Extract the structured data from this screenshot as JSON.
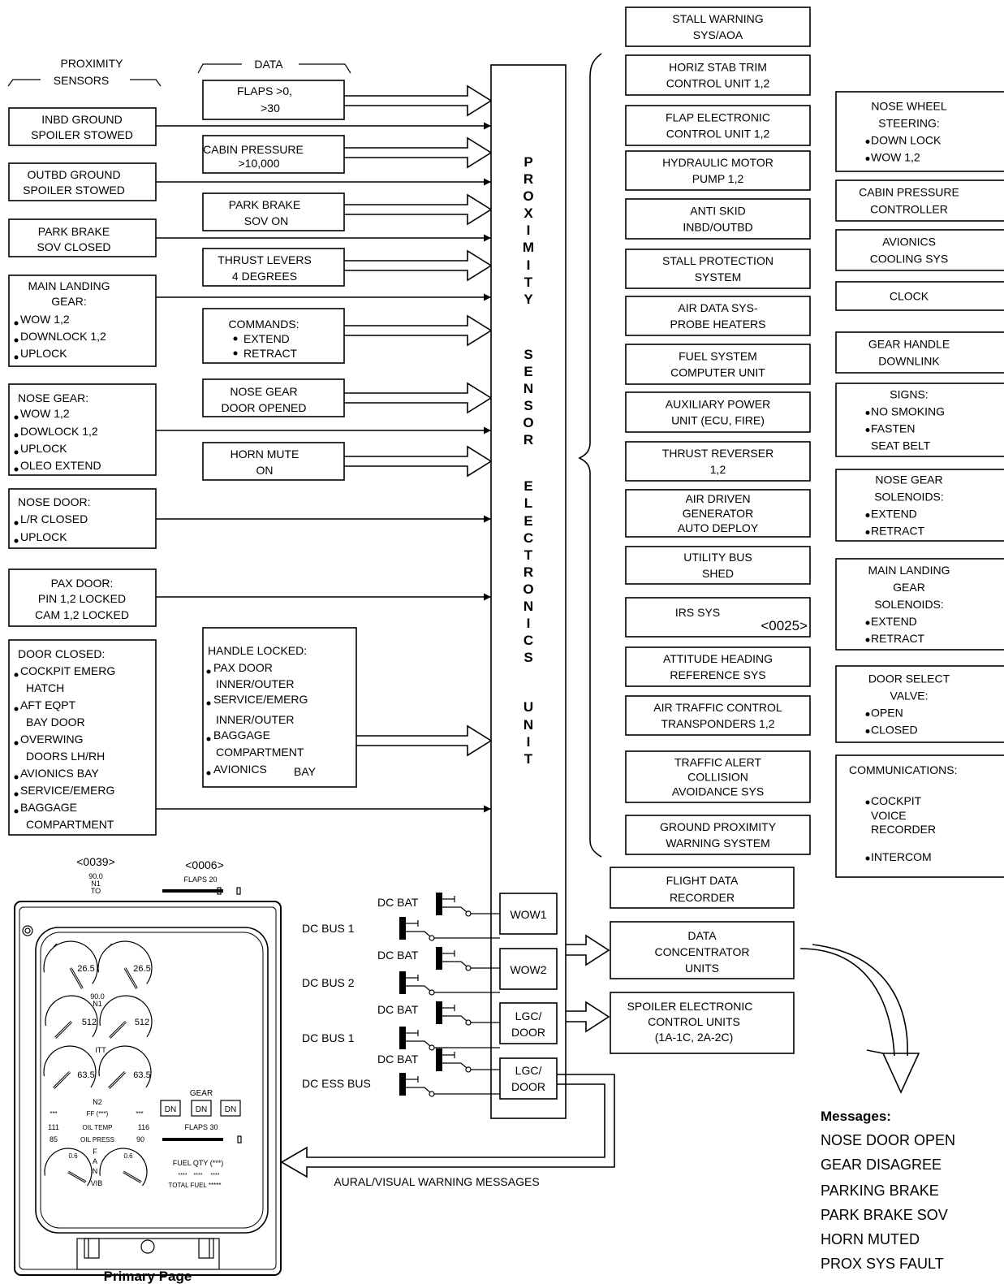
{
  "diagram": {
    "proximity_sensors_header": [
      "PROXIMITY",
      "SENSORS"
    ],
    "data_header": "DATA",
    "sensors": [
      {
        "lines": [
          "INBD GROUND",
          "SPOILER STOWED"
        ]
      },
      {
        "lines": [
          "OUTBD GROUND",
          "SPOILER STOWED"
        ]
      },
      {
        "lines": [
          "PARK BRAKE",
          "SOV CLOSED"
        ]
      },
      {
        "lines": [
          "MAIN LANDING",
          "GEAR:",
          "WOW 1,2",
          "DOWNLOCK 1,2",
          "UPLOCK"
        ]
      },
      {
        "lines": [
          "NOSE GEAR:",
          "WOW 1,2",
          "DOWLOCK 1,2",
          "UPLOCK",
          "OLEO EXTEND"
        ]
      },
      {
        "lines": [
          "NOSE DOOR:",
          "L/R CLOSED",
          "UPLOCK"
        ]
      },
      {
        "lines": [
          "PAX DOOR:",
          "PIN 1,2 LOCKED",
          "CAM 1,2 LOCKED"
        ]
      },
      {
        "lines": [
          "DOOR CLOSED:",
          "COCKPIT EMERG",
          "HATCH",
          "AFT EQPT",
          "BAY DOOR",
          "OVERWING",
          "DOORS LH/RH",
          "AVIONICS BAY",
          "SERVICE/EMERG",
          "BAGGAGE",
          "COMPARTMENT"
        ]
      }
    ],
    "data_inputs": [
      {
        "lines": [
          "FLAPS >0,",
          ">30"
        ]
      },
      {
        "lines": [
          "CABIN PRESSURE",
          ">10,000"
        ]
      },
      {
        "lines": [
          "PARK BRAKE",
          "SOV ON"
        ]
      },
      {
        "lines": [
          "THRUST LEVERS",
          "4 DEGREES"
        ]
      },
      {
        "lines": [
          "COMMANDS:",
          "EXTEND",
          "RETRACT"
        ]
      },
      {
        "lines": [
          "NOSE GEAR",
          "DOOR OPENED"
        ]
      },
      {
        "lines": [
          "HORN MUTE",
          "ON"
        ]
      },
      {
        "lines": [
          "HANDLE LOCKED:",
          "PAX DOOR",
          "INNER/OUTER",
          "SERVICE/EMERG",
          "INNER/OUTER",
          "BAGGAGE",
          "COMPARTMENT",
          "AVIONICS",
          "BAY"
        ]
      }
    ],
    "psu_letters": [
      "P",
      "R",
      "O",
      "X",
      "I",
      "M",
      "I",
      "T",
      "Y",
      "S",
      "E",
      "N",
      "S",
      "O",
      "R",
      "E",
      "L",
      "E",
      "C",
      "T",
      "R",
      "O",
      "N",
      "I",
      "C",
      "S",
      "U",
      "N",
      "I",
      "T"
    ],
    "systems_mid": [
      {
        "lines": [
          "STALL WARNING",
          "SYS/AOA"
        ]
      },
      {
        "lines": [
          "HORIZ STAB TRIM",
          "CONTROL UNIT 1,2"
        ]
      },
      {
        "lines": [
          "FLAP ELECTRONIC",
          "CONTROL UNIT 1,2"
        ]
      },
      {
        "lines": [
          "HYDRAULIC MOTOR",
          "PUMP 1,2"
        ]
      },
      {
        "lines": [
          "ANTI SKID",
          "INBD/OUTBD"
        ]
      },
      {
        "lines": [
          "STALL PROTECTION",
          "SYSTEM"
        ]
      },
      {
        "lines": [
          "AIR DATA SYS-",
          "PROBE HEATERS"
        ]
      },
      {
        "lines": [
          "FUEL SYSTEM",
          "COMPUTER UNIT"
        ]
      },
      {
        "lines": [
          "AUXILIARY POWER",
          "UNIT (ECU, FIRE)"
        ]
      },
      {
        "lines": [
          "THRUST REVERSER",
          "1,2"
        ]
      },
      {
        "lines": [
          "AIR DRIVEN",
          "GENERATOR",
          "AUTO DEPLOY"
        ]
      },
      {
        "lines": [
          "UTILITY BUS",
          "SHED"
        ]
      },
      {
        "lines": [
          "IRS SYS"
        ],
        "ref": "<0025>"
      },
      {
        "lines": [
          "ATTITUDE HEADING",
          "REFERENCE SYS"
        ]
      },
      {
        "lines": [
          "AIR TRAFFIC CONTROL",
          "TRANSPONDERS 1,2"
        ]
      },
      {
        "lines": [
          "TRAFFIC ALERT",
          "COLLISION",
          "AVOIDANCE SYS"
        ]
      },
      {
        "lines": [
          "GROUND PROXIMITY",
          "WARNING SYSTEM"
        ]
      }
    ],
    "systems_right": [
      {
        "lines": [
          "NOSE WHEEL",
          "STEERING:",
          "DOWN LOCK",
          "WOW 1,2"
        ]
      },
      {
        "lines": [
          "CABIN PRESSURE",
          "CONTROLLER"
        ]
      },
      {
        "lines": [
          "AVIONICS",
          "COOLING SYS"
        ]
      },
      {
        "lines": [
          "CLOCK"
        ]
      },
      {
        "lines": [
          "GEAR HANDLE",
          "DOWNLINK"
        ]
      },
      {
        "lines": [
          "SIGNS:",
          "NO SMOKING",
          "FASTEN",
          "SEAT BELT"
        ]
      },
      {
        "lines": [
          "NOSE GEAR",
          "SOLENOIDS:",
          "EXTEND",
          "RETRACT"
        ]
      },
      {
        "lines": [
          "MAIN LANDING",
          "GEAR",
          "SOLENOIDS:",
          "EXTEND",
          "RETRACT"
        ]
      },
      {
        "lines": [
          "DOOR SELECT",
          "VALVE:",
          "OPEN",
          "CLOSED"
        ]
      },
      {
        "lines": [
          "COMMUNICATIONS:",
          "COCKPIT",
          "VOICE",
          "RECORDER",
          "INTERCOM"
        ]
      }
    ],
    "outputs": [
      {
        "lines": [
          "FLIGHT DATA",
          "RECORDER"
        ]
      },
      {
        "lines": [
          "DATA",
          "CONCENTRATOR",
          "UNITS"
        ]
      },
      {
        "lines": [
          "SPOILER ELECTRONIC",
          "CONTROL UNITS",
          "(1A-1C, 2A-2C)"
        ]
      }
    ],
    "wow_units": [
      "WOW1",
      "WOW2",
      "LGC/ DOOR",
      "LGC/ DOOR"
    ],
    "power": {
      "dc_bat": "DC BAT",
      "buses": [
        "DC BUS 1",
        "DC BUS 2",
        "DC BUS 1",
        "DC ESS BUS"
      ]
    },
    "aural_label": "AURAL/VISUAL WARNING MESSAGES",
    "messages": {
      "title": "Messages:",
      "items": [
        "NOSE DOOR OPEN",
        "GEAR DISAGREE",
        "PARKING BRAKE",
        "PARK BRAKE SOV",
        "HORN MUTED",
        "PROX SYS FAULT"
      ]
    },
    "eicas": {
      "callout_n1": {
        "ref": "<0039>",
        "lines": [
          "90.0",
          "N1",
          "TO"
        ]
      },
      "callout_flaps": {
        "ref": "<0006>",
        "label": "FLAPS 20"
      },
      "n1_values": [
        "26.5",
        "26.5"
      ],
      "n1_target": "90.0",
      "n1_label": "N1",
      "itt_values": [
        "512",
        "512"
      ],
      "itt_label": "ITT",
      "n2_values": [
        "63.5",
        "63.5"
      ],
      "n2_label": "N2",
      "ff": {
        "left": "***",
        "label": "FF (***)",
        "right": "***"
      },
      "oil_temp": {
        "left": "111",
        "label": "OIL TEMP",
        "right": "116"
      },
      "oil_press": {
        "left": "85",
        "label": "OIL PRESS",
        "right": "90"
      },
      "vib_values": [
        "0.6",
        "0.6"
      ],
      "fan_letters": [
        "F",
        "A",
        "N"
      ],
      "vib_label": "VIB",
      "gear_label": "GEAR",
      "gear_indicators": [
        "DN",
        "DN",
        "DN"
      ],
      "flaps_label": "FLAPS 30",
      "fuel_qty_label": "FUEL QTY (***)",
      "fuel_values": [
        "****",
        "****",
        "****"
      ],
      "total_fuel": "TOTAL FUEL *****",
      "caption": "Primary Page"
    }
  }
}
